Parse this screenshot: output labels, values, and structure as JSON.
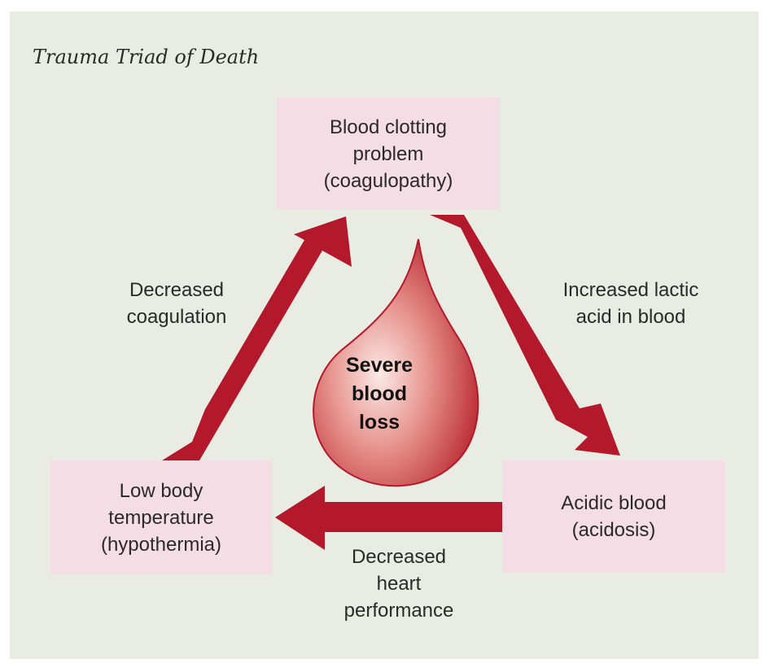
{
  "title": "Trauma Triad of Death",
  "center": {
    "text": [
      "Severe",
      "blood",
      "loss"
    ],
    "color": "#c0363f"
  },
  "nodes": {
    "top": [
      "Blood clotting",
      "problem",
      "(coagulopathy)"
    ],
    "left": [
      "Low body",
      "temperature",
      "(hypothermia)"
    ],
    "right": [
      "Acidic blood",
      "(acidosis)"
    ]
  },
  "edges": {
    "left_to_top": [
      "Decreased",
      "coagulation"
    ],
    "top_to_right": [
      "Increased lactic",
      "acid in blood"
    ],
    "right_to_left": [
      "Decreased",
      "heart",
      "performance"
    ]
  },
  "colors": {
    "arrow": "#b3192b",
    "box": "#f5dde6",
    "background": "#e9ece3"
  }
}
